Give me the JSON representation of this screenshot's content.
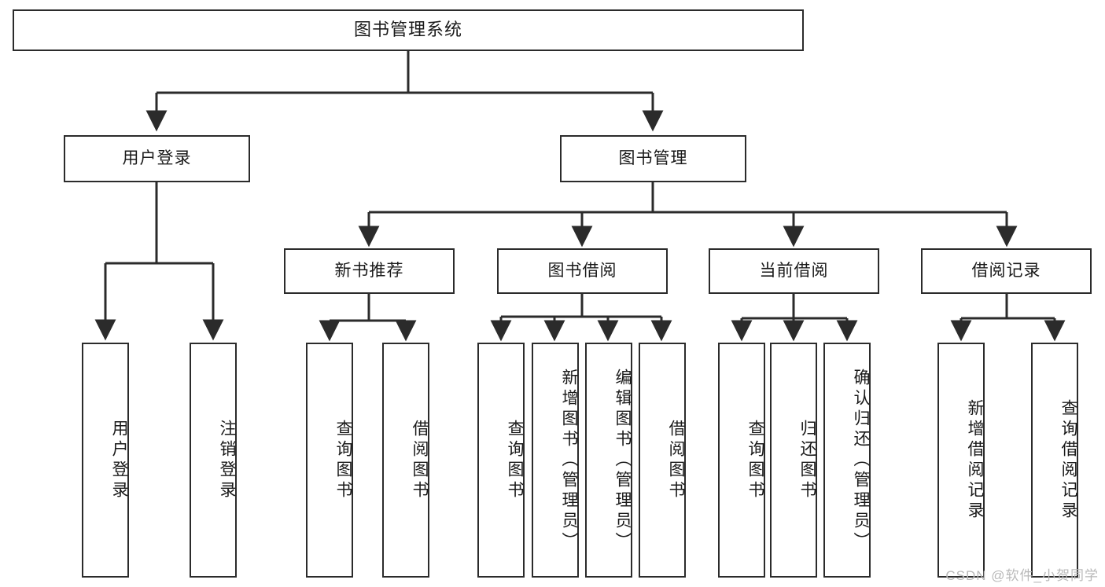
{
  "diagram": {
    "title": "图书管理系统",
    "type": "tree",
    "orientation": "top-down",
    "colors": {
      "box_border": "#2b2b2b",
      "box_fill": "#ffffff",
      "edge": "#2b2b2b",
      "text": "#1a1a1a",
      "watermark": "#b9b9b9",
      "background": "#ffffff"
    }
  },
  "watermark": {
    "text": "CSDN @软件_小贺同学"
  },
  "nodes": {
    "root": {
      "label": "图书管理系统"
    },
    "level2": [
      {
        "id": "user-login",
        "label": "用户登录"
      },
      {
        "id": "book-management",
        "label": "图书管理"
      }
    ],
    "level3": [
      {
        "id": "new-book-recommend",
        "label": "新书推荐"
      },
      {
        "id": "book-borrow",
        "label": "图书借阅"
      },
      {
        "id": "current-borrow",
        "label": "当前借阅"
      },
      {
        "id": "borrow-record",
        "label": "借阅记录"
      }
    ],
    "leaves": {
      "user_login": [
        {
          "id": "leaf-user-login",
          "label": "用户登录"
        },
        {
          "id": "leaf-logout-login",
          "label": "注销登录"
        }
      ],
      "new_book_recommend": [
        {
          "id": "leaf-query-book-1",
          "label": "查询图书"
        },
        {
          "id": "leaf-borrow-book-1",
          "label": "借阅图书"
        }
      ],
      "book_borrow": [
        {
          "id": "leaf-query-book-2",
          "label": "查询图书"
        },
        {
          "id": "leaf-add-book",
          "label": "新增图书（管理员）"
        },
        {
          "id": "leaf-edit-book",
          "label": "编辑图书（管理员）"
        },
        {
          "id": "leaf-borrow-book-2",
          "label": "借阅图书"
        }
      ],
      "current_borrow": [
        {
          "id": "leaf-query-book-3",
          "label": "查询图书"
        },
        {
          "id": "leaf-return-book",
          "label": "归还图书"
        },
        {
          "id": "leaf-confirm-return",
          "label": "确认归还（管理员）"
        }
      ],
      "borrow_record": [
        {
          "id": "leaf-add-borrow-record",
          "label": "新增借阅记录"
        },
        {
          "id": "leaf-query-borrow-record",
          "label": "查询借阅记录"
        }
      ]
    }
  }
}
